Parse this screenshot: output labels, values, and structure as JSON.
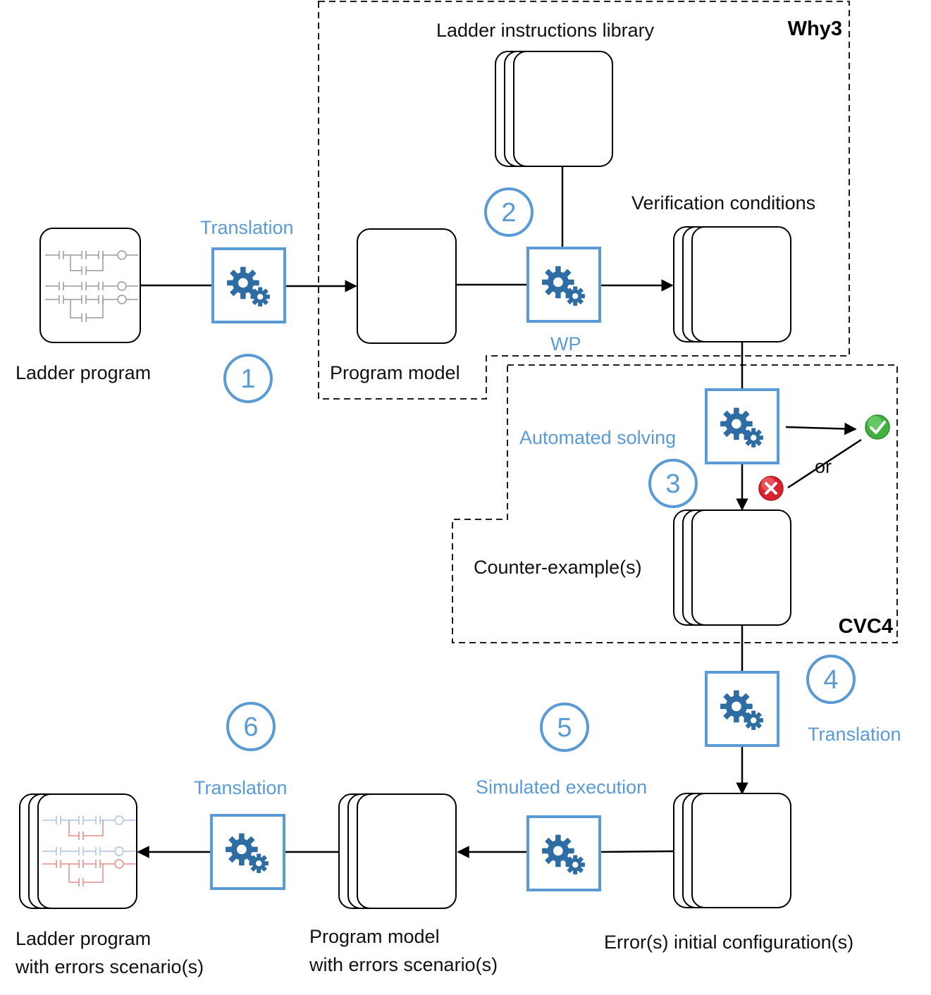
{
  "frames": {
    "why3": "Why3",
    "cvc4": "CVC4"
  },
  "labels": {
    "ladder_program": "Ladder program",
    "instructions_library": "Ladder instructions library",
    "program_model": "Program model",
    "verification_conditions": "Verification conditions",
    "counter_examples": "Counter-example(s)",
    "errors_initial_config": "Error(s) initial configuration(s)",
    "program_model_errors_l1": "Program model",
    "program_model_errors_l2": "with errors scenario(s)",
    "ladder_errors_l1": "Ladder program",
    "ladder_errors_l2": "with errors scenario(s)",
    "or": "or"
  },
  "processes": {
    "translation_1": "Translation",
    "wp": "WP",
    "automated_solving": "Automated solving",
    "translation_4": "Translation",
    "simulated_execution": "Simulated execution",
    "translation_6": "Translation"
  },
  "steps": [
    "1",
    "2",
    "3",
    "4",
    "5",
    "6"
  ],
  "icons": {
    "process": "gears-icon",
    "success": "green-check-icon",
    "failure": "red-cross-icon"
  },
  "colors": {
    "accent": "#5b9bd5",
    "gear": "#2e6da4",
    "error_rung": "#e88a8a",
    "ok_rung": "#a9c4e4",
    "success": "#3fb13f",
    "failure": "#d9232f"
  }
}
